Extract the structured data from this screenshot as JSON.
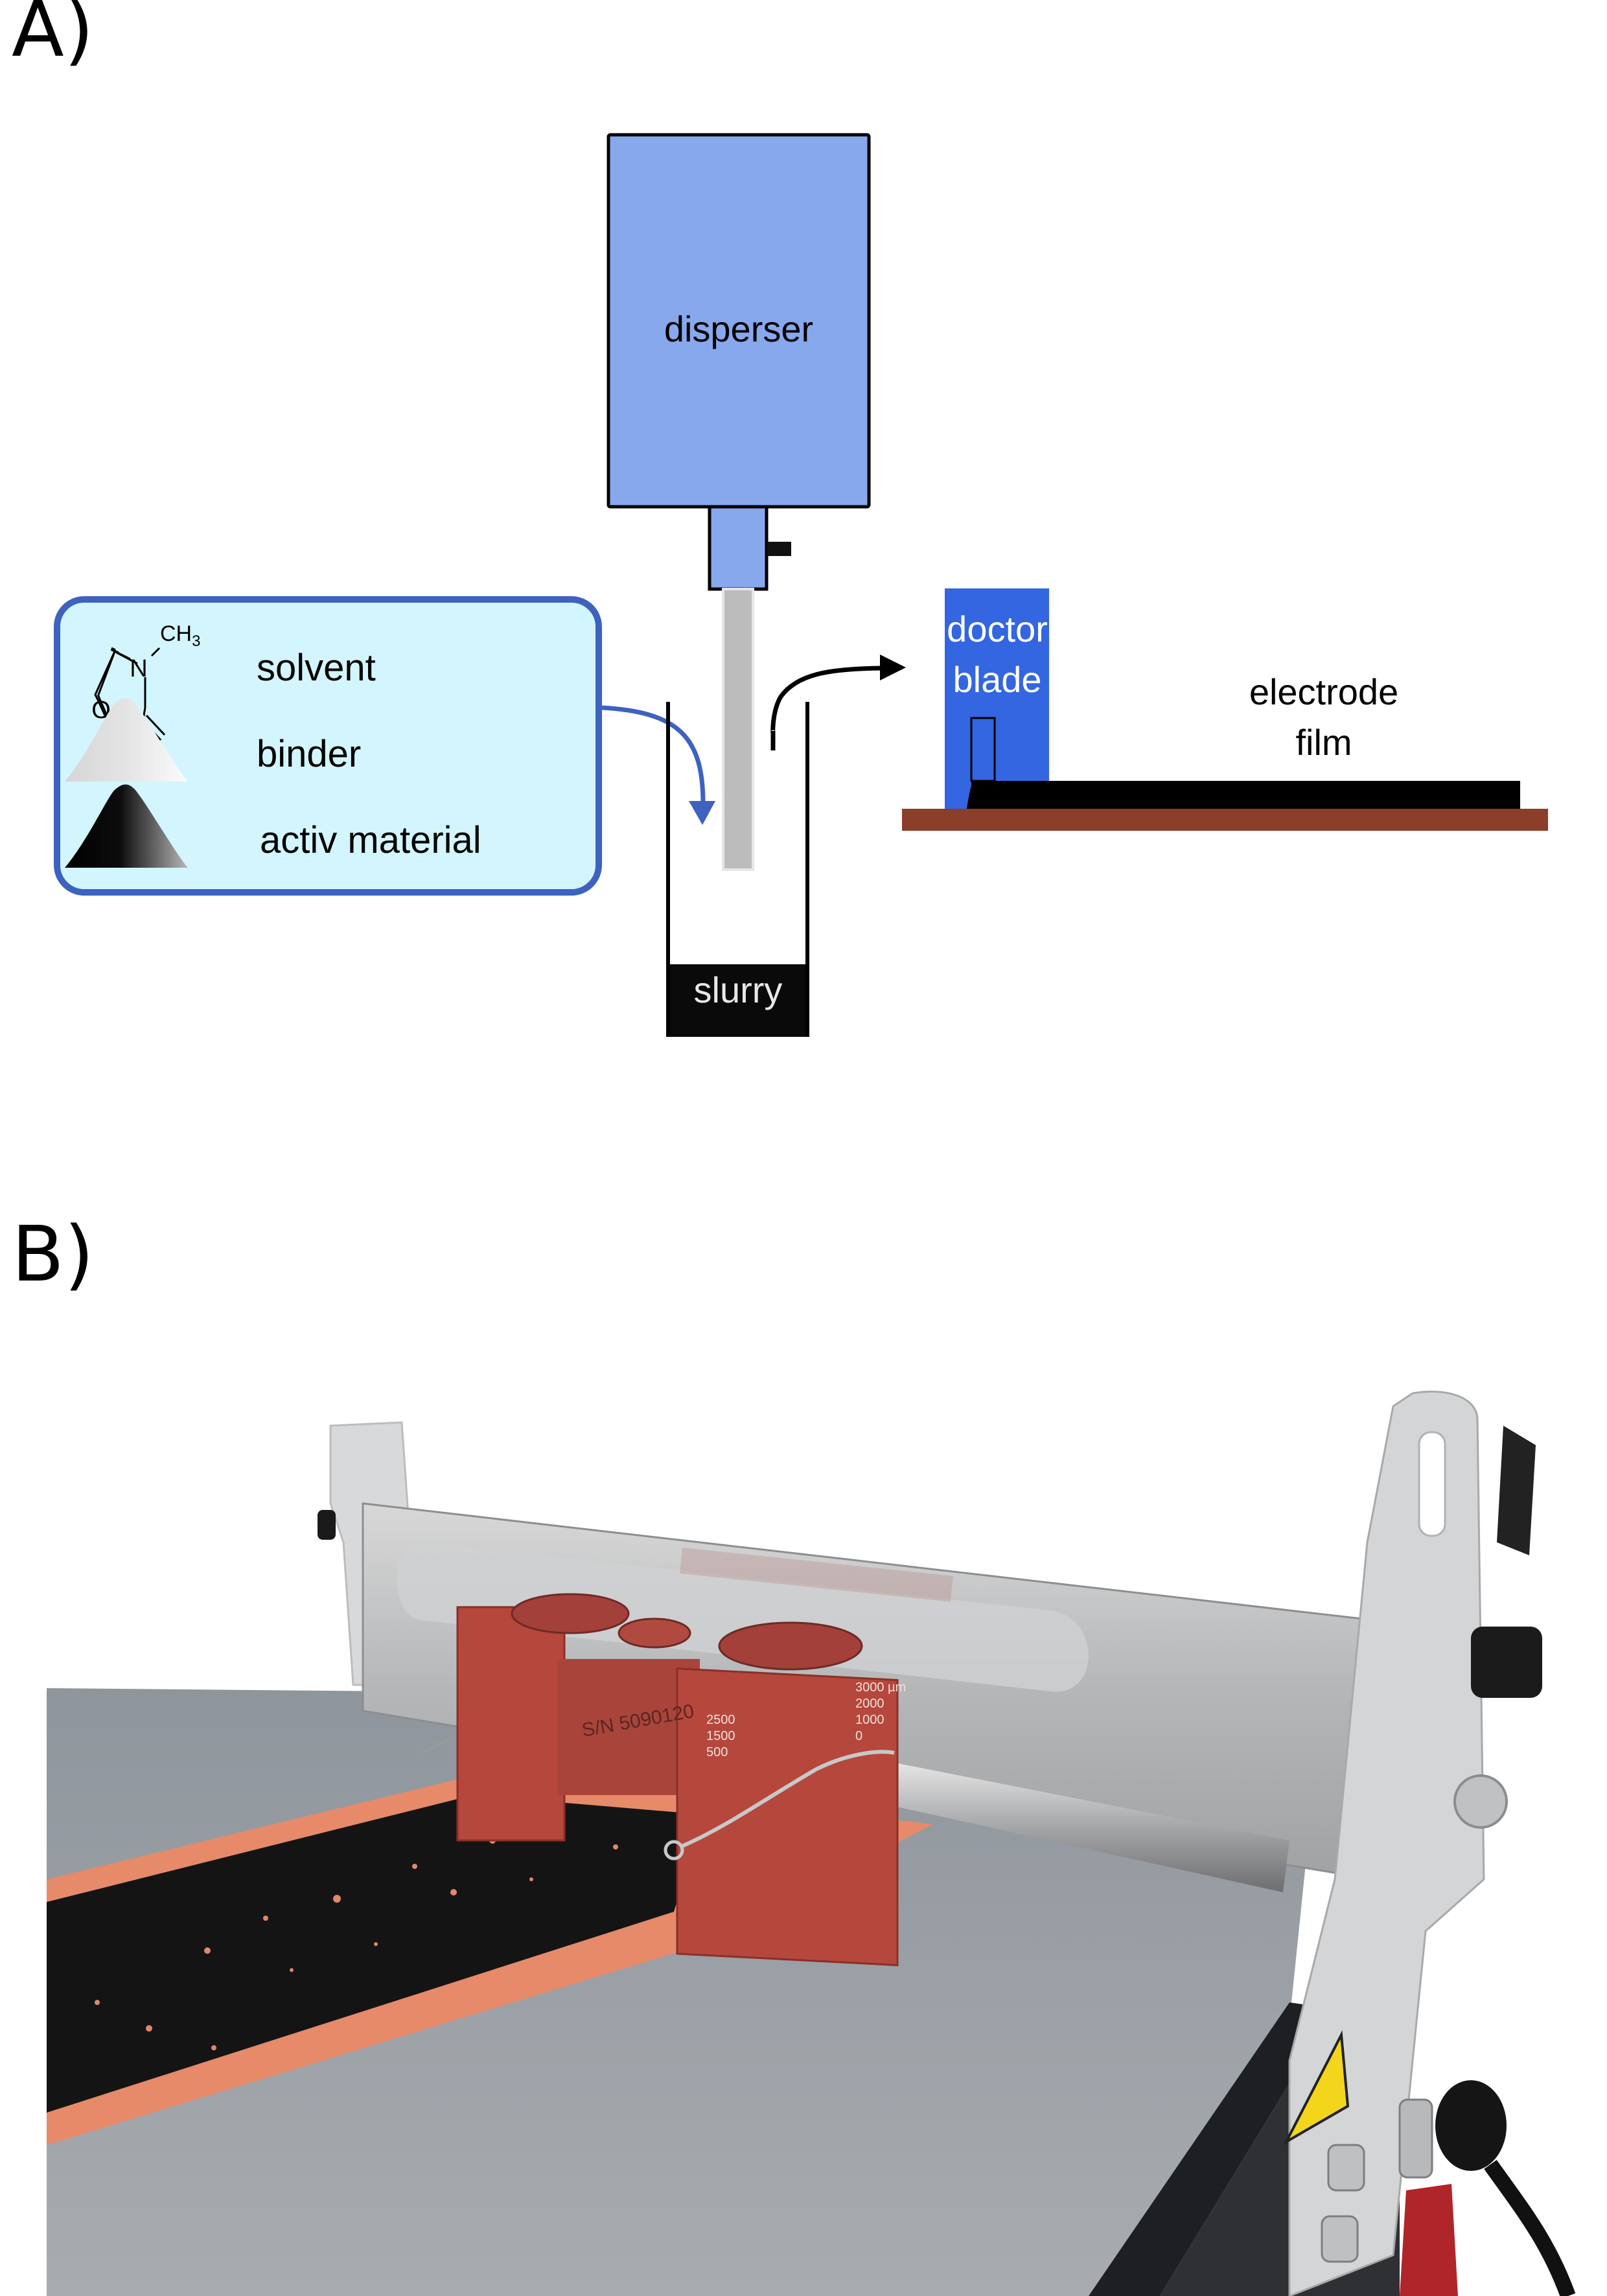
{
  "panels": {
    "a": {
      "label": "A)",
      "disperser": {
        "label": "disperser"
      },
      "ingredients": {
        "items": [
          {
            "name": "solvent",
            "label": "solvent",
            "icon": "nmp-molecule"
          },
          {
            "name": "binder",
            "label": "binder",
            "icon": "white-powder-pile"
          },
          {
            "name": "active-material",
            "label": "activ material",
            "icon": "black-powder-pile"
          }
        ],
        "molecule": {
          "methyl": "CH",
          "methyl_sub": "3",
          "nitrogen": "N",
          "oxygen": "O"
        }
      },
      "slurry": {
        "label": "slurry"
      },
      "doctor_blade": {
        "line1": "doctor",
        "line2": "blade"
      },
      "electrode_film": {
        "line1": "electrode",
        "line2": "film"
      },
      "colors": {
        "disperser": "#88a8ee",
        "ingredient_box_fill": "#d3f5fd",
        "ingredient_box_border": "#3d62bf",
        "arrow_in": "#3d62bf",
        "doctor_blade": "#3366e0",
        "substrate": "#8b3f2b",
        "slurry": "#0a0a0a",
        "shaft": "#bcbcbc"
      }
    },
    "b": {
      "label": "B)",
      "photo": {
        "description": "Film applicator with doctor blade coating a black electrode slurry on copper foil",
        "serial": "S/N 5090120",
        "gap_scale_left": [
          "2500",
          "1500",
          "500"
        ],
        "gap_scale_right": [
          "3000 µm",
          "2000",
          "1000",
          "0"
        ]
      }
    }
  }
}
